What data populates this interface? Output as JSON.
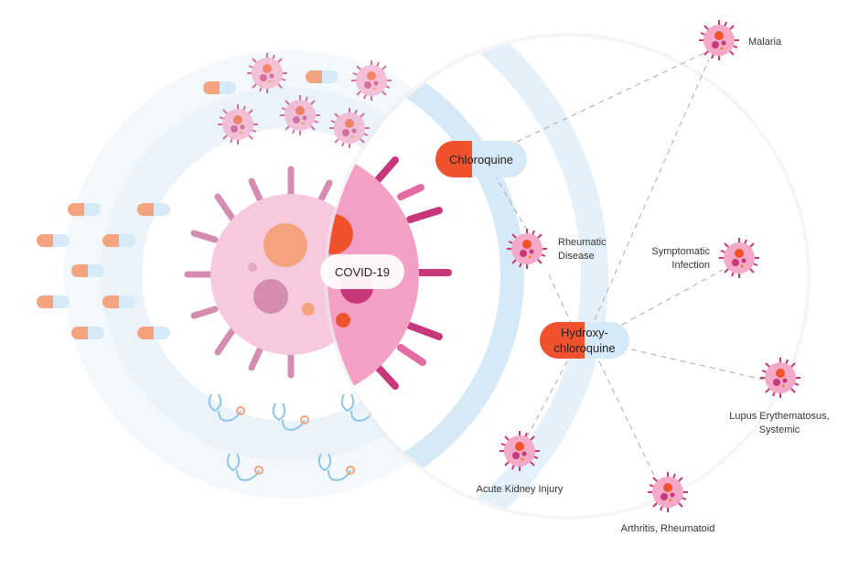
{
  "center_label": "COVID-19",
  "drugs": [
    {
      "label": "Chloroquine"
    },
    {
      "label_line1": "Hydroxy-",
      "label_line2": "chloroquine"
    }
  ],
  "diseases": [
    {
      "label": "Malaria"
    },
    {
      "label_line1": "Rheumatic",
      "label_line2": "Disease"
    },
    {
      "label_line1": "Symptomatic",
      "label_line2": "Infection"
    },
    {
      "label_line1": "Lupus Erythematosus,",
      "label_line2": "Systemic"
    },
    {
      "label": "Acute Kidney Injury"
    },
    {
      "label": "Arthritis, Rheumatoid"
    }
  ],
  "colors": {
    "accent": "#f0522d",
    "pill_blue": "#d6e9f6",
    "virus_pink": "#f4a9c9",
    "spike": "#c7387a",
    "ring": "#e4f1fa"
  }
}
